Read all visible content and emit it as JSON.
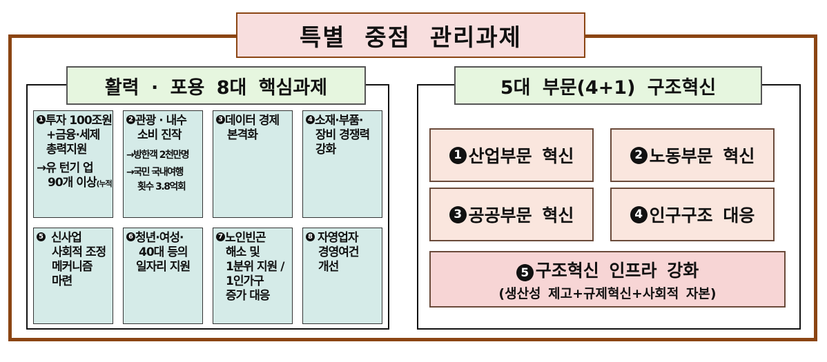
{
  "title": "특별 중점 관리과제",
  "left_group": {
    "title": "활력 · 포용 8대 핵심과제",
    "tasks": [
      {
        "num": "1",
        "lines": [
          "투자 100조원",
          "+금융·세제",
          "총력지원"
        ],
        "subs": [
          "→유 턴기 업",
          "90개 이상",
          "(누적)"
        ]
      },
      {
        "num": "2",
        "lines": [
          "관광 · 내수",
          "소비 진작"
        ],
        "subs": [
          "→방한객 2천만명",
          "→국민 국내여행",
          "횟수 3.8억회"
        ]
      },
      {
        "num": "3",
        "lines": [
          "데이터 경제",
          "본격화"
        ]
      },
      {
        "num": "4",
        "lines": [
          "소재·부품·",
          "장비 경쟁력",
          "강화"
        ]
      },
      {
        "num": "5",
        "lines": [
          "신사업",
          "사회적 조정",
          "메커니즘",
          "마련"
        ]
      },
      {
        "num": "6",
        "lines": [
          "청년·여성·",
          "40대 등의",
          "일자리 지원"
        ]
      },
      {
        "num": "7",
        "lines": [
          "노인빈곤",
          "해소 및",
          "1분위 지원 /",
          "1인가구",
          "증가 대응"
        ]
      },
      {
        "num": "8",
        "lines": [
          "자영업자",
          "경영여건",
          "개선"
        ]
      }
    ]
  },
  "right_group": {
    "title": "5대 부문(4+1) 구조혁신",
    "sectors": [
      {
        "num": "1",
        "label": "산업부문 혁신"
      },
      {
        "num": "2",
        "label": "노동부문 혁신"
      },
      {
        "num": "3",
        "label": "공공부문 혁신"
      },
      {
        "num": "4",
        "label": "인구구조 대응"
      }
    ],
    "infra": {
      "num": "5",
      "label": "구조혁신 인프라 강화",
      "sub": "(생산성 제고+규제혁신+사회적 자본)"
    }
  }
}
